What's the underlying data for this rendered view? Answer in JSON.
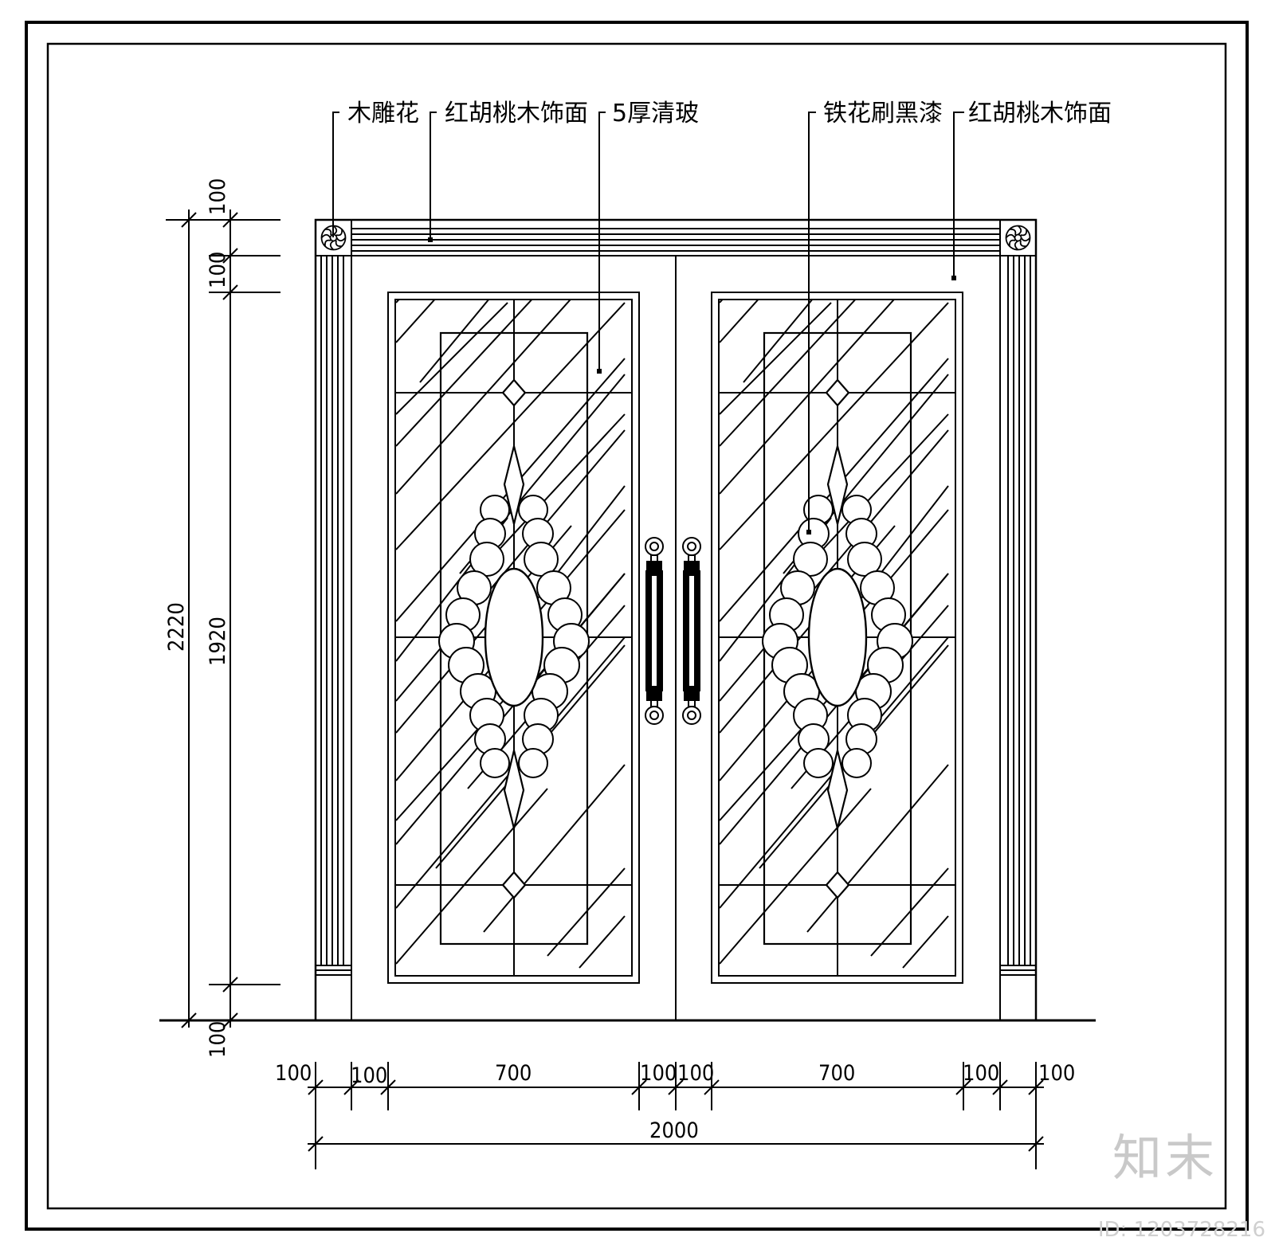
{
  "labels": {
    "carving": "木雕花",
    "walnut_top": "红胡桃木饰面",
    "glass": "5厚清玻",
    "iron": "铁花刷黑漆",
    "walnut_right": "红胡桃木饰面"
  },
  "dimensions": {
    "left": [
      "100",
      "100",
      "2220",
      "1920",
      "100"
    ],
    "bottom": [
      "100",
      "100",
      "700",
      "100",
      "100",
      "700",
      "100",
      "100"
    ],
    "overall": "2000"
  },
  "watermark": {
    "brand": "知末",
    "id": "ID: 1203728216"
  }
}
